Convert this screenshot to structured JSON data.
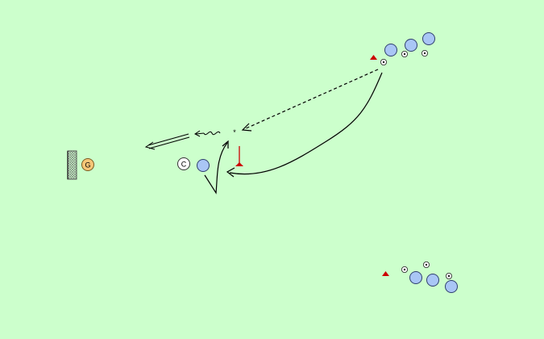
{
  "colors": {
    "field": "#ccffcc",
    "player": "#a9c6f5",
    "player_stroke": "#2f3f6f",
    "goalkeeper": "#f6c677",
    "coach": "#ffffff",
    "cone": "#cc0000",
    "pole": "#cc0000",
    "line": "#000000",
    "goal": "#9a9a9a"
  },
  "labels": {
    "goalkeeper": "G",
    "coach": "C"
  },
  "elements": {
    "goal": "goal-icon",
    "goalkeeper": "goalkeeper-icon",
    "coach": "coach-icon",
    "player": "player-icon",
    "ball": "soccer-ball-icon",
    "cone": "cone-icon",
    "pole": "pole-icon",
    "pass": "pass-arrow",
    "run": "run-arrow",
    "dribble": "dribble-line",
    "shot": "shot-arrow",
    "start_mark": "asterisk-mark"
  }
}
